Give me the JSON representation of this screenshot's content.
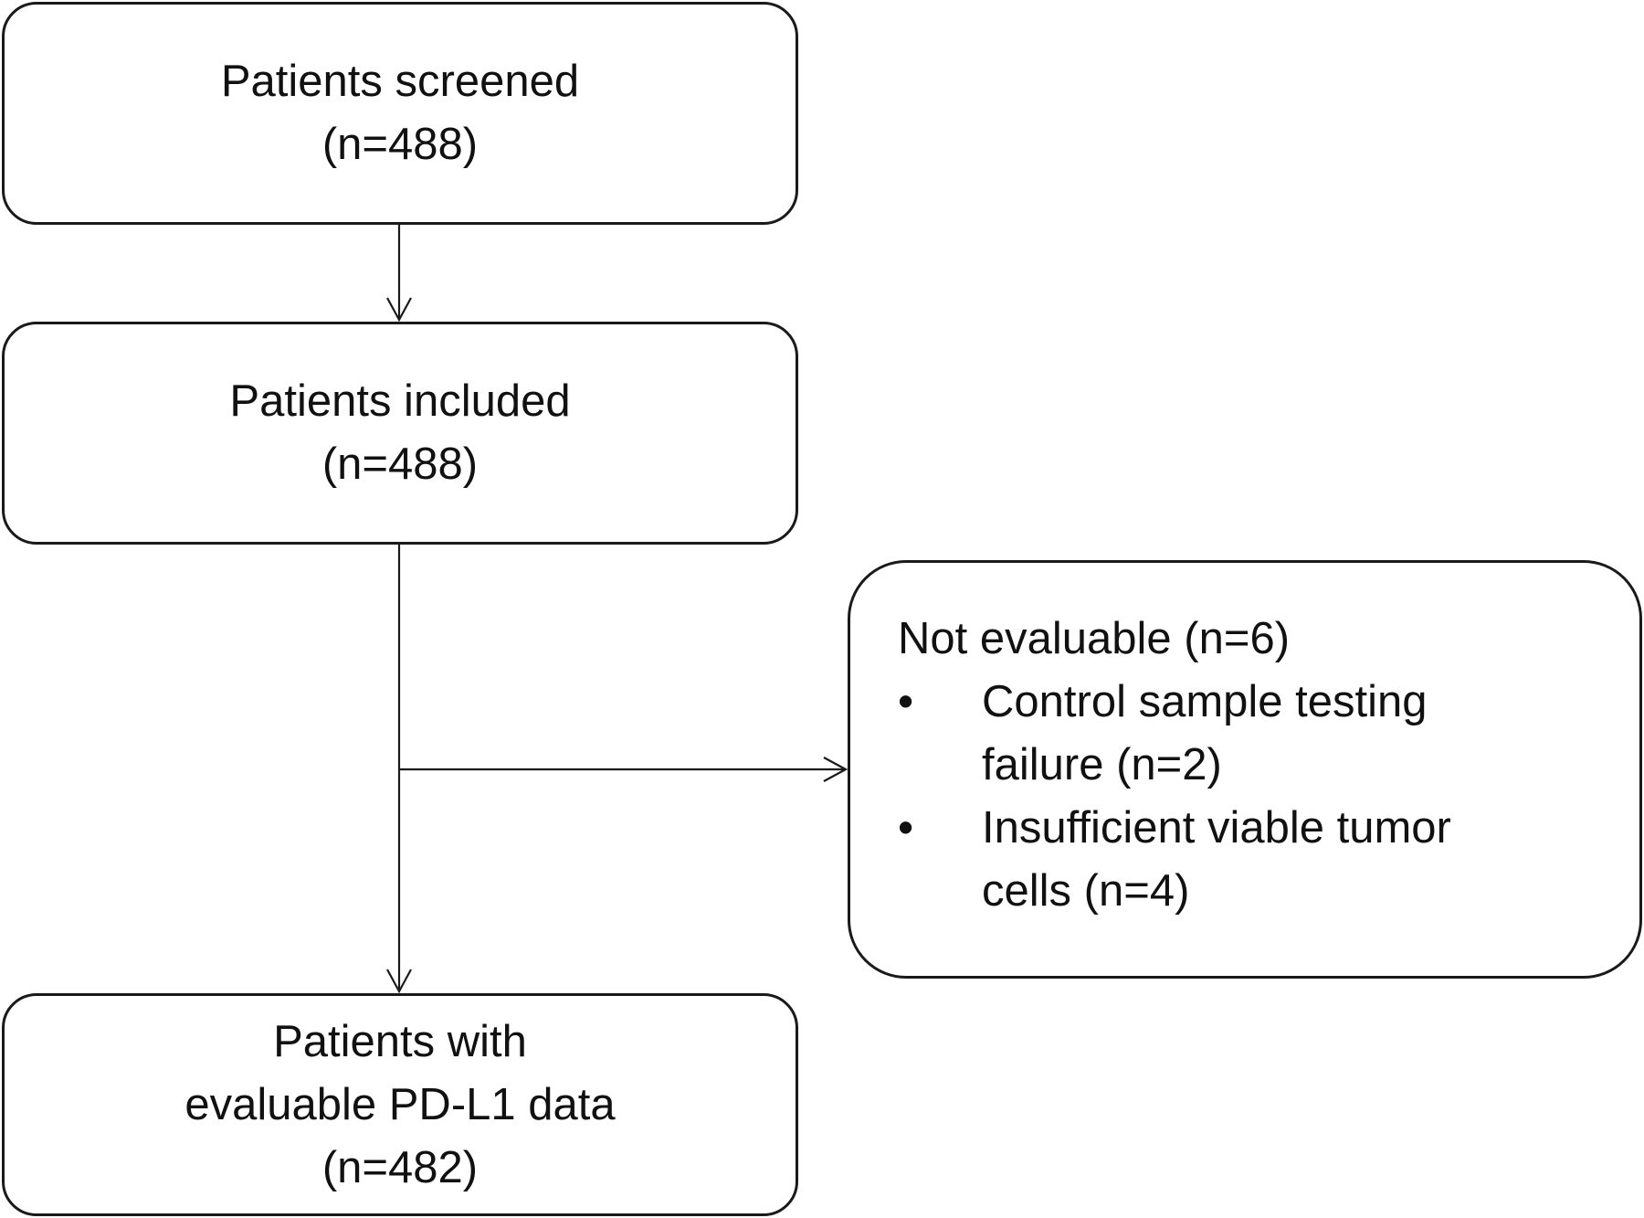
{
  "flowchart": {
    "screened": {
      "line1": "Patients screened",
      "line2": "(n=488)"
    },
    "included": {
      "line1": "Patients included",
      "line2": "(n=488)"
    },
    "excluded": {
      "header": "Not evaluable (n=6)",
      "bullet_symbol": "•",
      "items": [
        {
          "line1": "Control sample testing",
          "line2": "failure (n=2)"
        },
        {
          "line1": "Insufficient viable tumor",
          "line2": "cells (n=4)"
        }
      ]
    },
    "evaluable": {
      "line1": "Patients with",
      "line2": "evaluable PD-L1 data",
      "line3": "(n=482)"
    }
  }
}
